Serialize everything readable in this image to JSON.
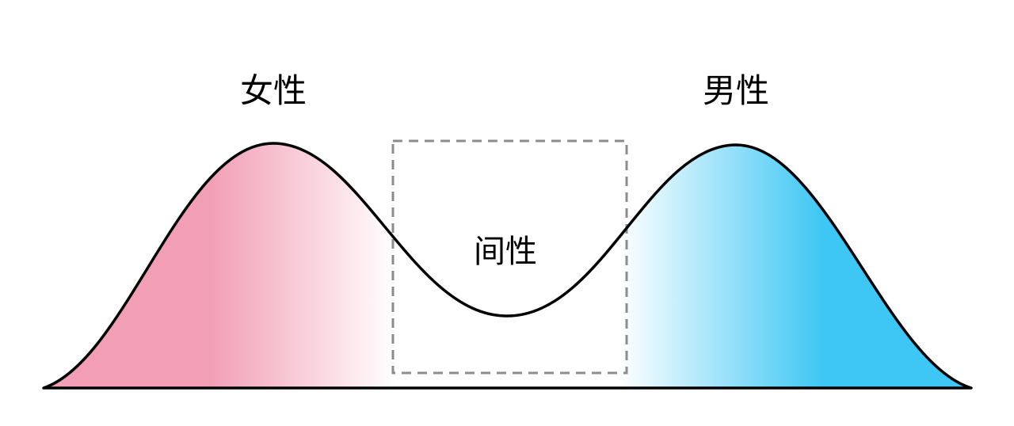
{
  "diagram": {
    "labels": {
      "female": "女性",
      "male": "男性",
      "intersex": "间性"
    },
    "colors": {
      "female_fill": "#F29FB6",
      "male_fill": "#3EC7F4",
      "neutral_fill": "#FFFFFF",
      "curve_stroke": "#000000",
      "dashed_box": "#8C8C8C",
      "background": "#FFFFFF",
      "label_text": "#000000"
    }
  }
}
